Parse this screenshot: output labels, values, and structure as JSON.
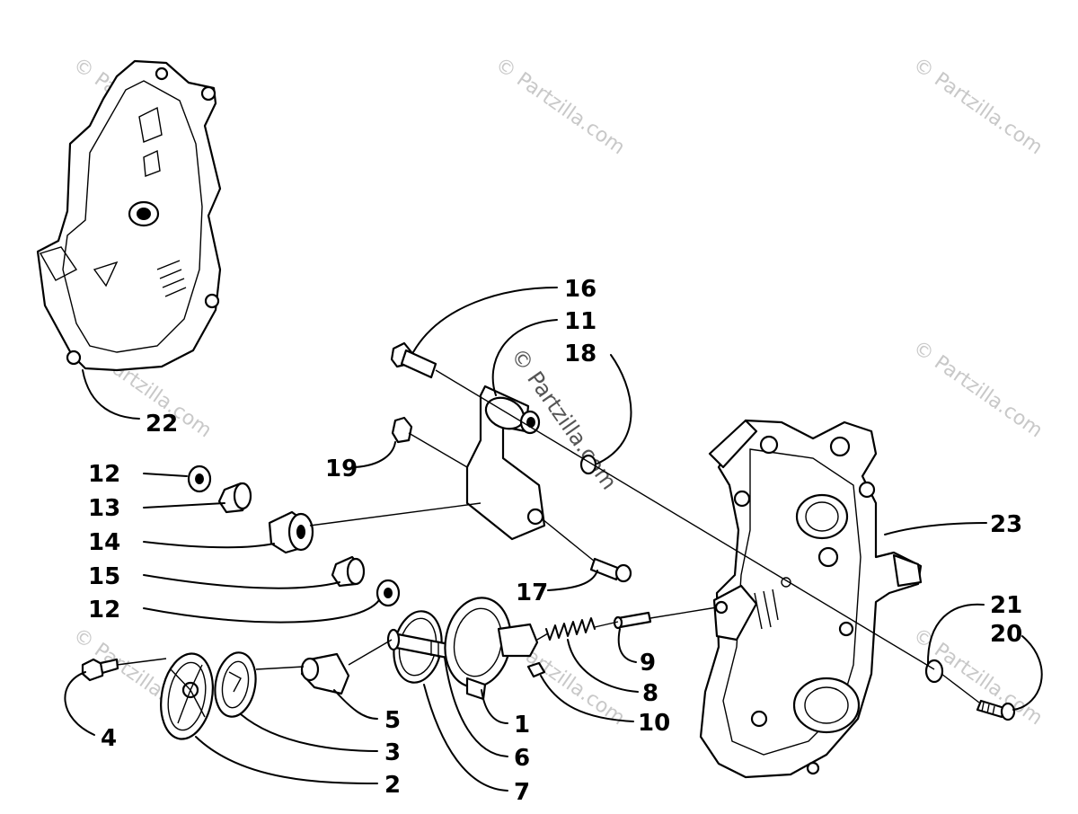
{
  "watermark": {
    "text": "© Partzilla.com"
  },
  "callouts": [
    {
      "id": "1",
      "label": "1"
    },
    {
      "id": "2",
      "label": "2"
    },
    {
      "id": "3",
      "label": "3"
    },
    {
      "id": "4",
      "label": "4"
    },
    {
      "id": "5",
      "label": "5"
    },
    {
      "id": "6",
      "label": "6"
    },
    {
      "id": "7",
      "label": "7"
    },
    {
      "id": "8",
      "label": "8"
    },
    {
      "id": "9",
      "label": "9"
    },
    {
      "id": "10",
      "label": "10"
    },
    {
      "id": "11",
      "label": "11"
    },
    {
      "id": "12a",
      "label": "12"
    },
    {
      "id": "12b",
      "label": "12"
    },
    {
      "id": "13",
      "label": "13"
    },
    {
      "id": "14",
      "label": "14"
    },
    {
      "id": "15",
      "label": "15"
    },
    {
      "id": "16",
      "label": "16"
    },
    {
      "id": "17",
      "label": "17"
    },
    {
      "id": "18",
      "label": "18"
    },
    {
      "id": "19",
      "label": "19"
    },
    {
      "id": "20",
      "label": "20"
    },
    {
      "id": "21",
      "label": "21"
    },
    {
      "id": "22",
      "label": "22"
    },
    {
      "id": "23",
      "label": "23"
    }
  ]
}
